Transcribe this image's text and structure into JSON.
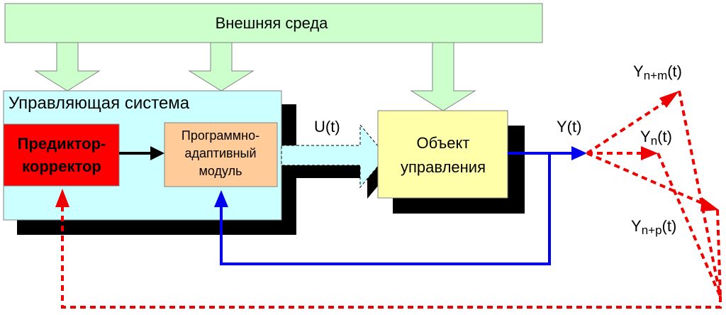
{
  "environment": {
    "label": "Внешняя среда"
  },
  "control_system": {
    "label": "Управляющая система"
  },
  "predictor": {
    "line1": "Предиктор-",
    "line2": "корректор"
  },
  "module": {
    "line1": "Программно-",
    "line2": "адаптивный",
    "line3": "модуль"
  },
  "object": {
    "line1": "Объект",
    "line2": "управления"
  },
  "signals": {
    "u": "U(t)",
    "y": "Y(t)",
    "ynm_main": "Y",
    "ynm_sub": "n+m",
    "ynm_tail": "(t)",
    "yn_main": "Y",
    "yn_sub": "n",
    "yn_tail": "(t)",
    "ynp_main": "Y",
    "ynp_sub": "n+p",
    "ynp_tail": "(t)"
  },
  "colors": {
    "environment_fill": "#ccffcc",
    "control_system_fill": "#ccffff",
    "predictor_fill": "#ff0000",
    "module_fill": "#ffcc99",
    "object_fill": "#ffffaa",
    "feedback_blue": "#0000ee",
    "prediction_red": "#ee0000",
    "shadow": "#000000"
  }
}
